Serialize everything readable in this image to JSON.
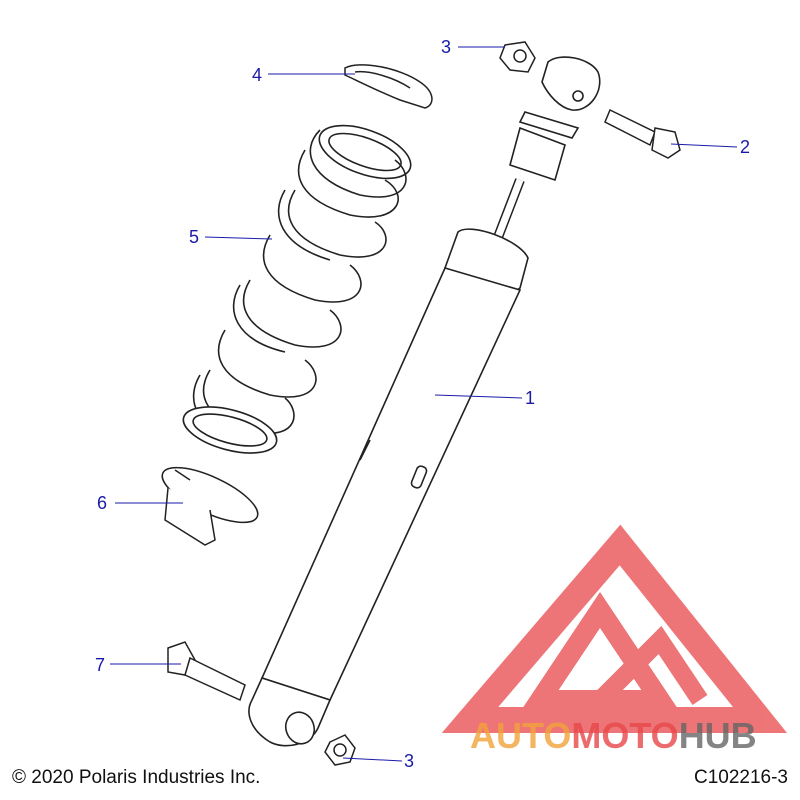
{
  "callouts": {
    "c1": "1",
    "c2": "2",
    "c3_top": "3",
    "c3_bottom": "3",
    "c4": "4",
    "c5": "5",
    "c6": "6",
    "c7": "7"
  },
  "footer": {
    "copyright": "© 2020 Polaris Industries Inc.",
    "figure_id": "C102216-3"
  },
  "watermark": {
    "part1": "AUTO",
    "part2": "MOTO",
    "part3": "HUB"
  },
  "colors": {
    "callout": "#1a1aa8",
    "outline": "#222222",
    "watermark_red": "#e8484a",
    "watermark_orange": "#f2a33a",
    "watermark_gray": "#666666"
  }
}
